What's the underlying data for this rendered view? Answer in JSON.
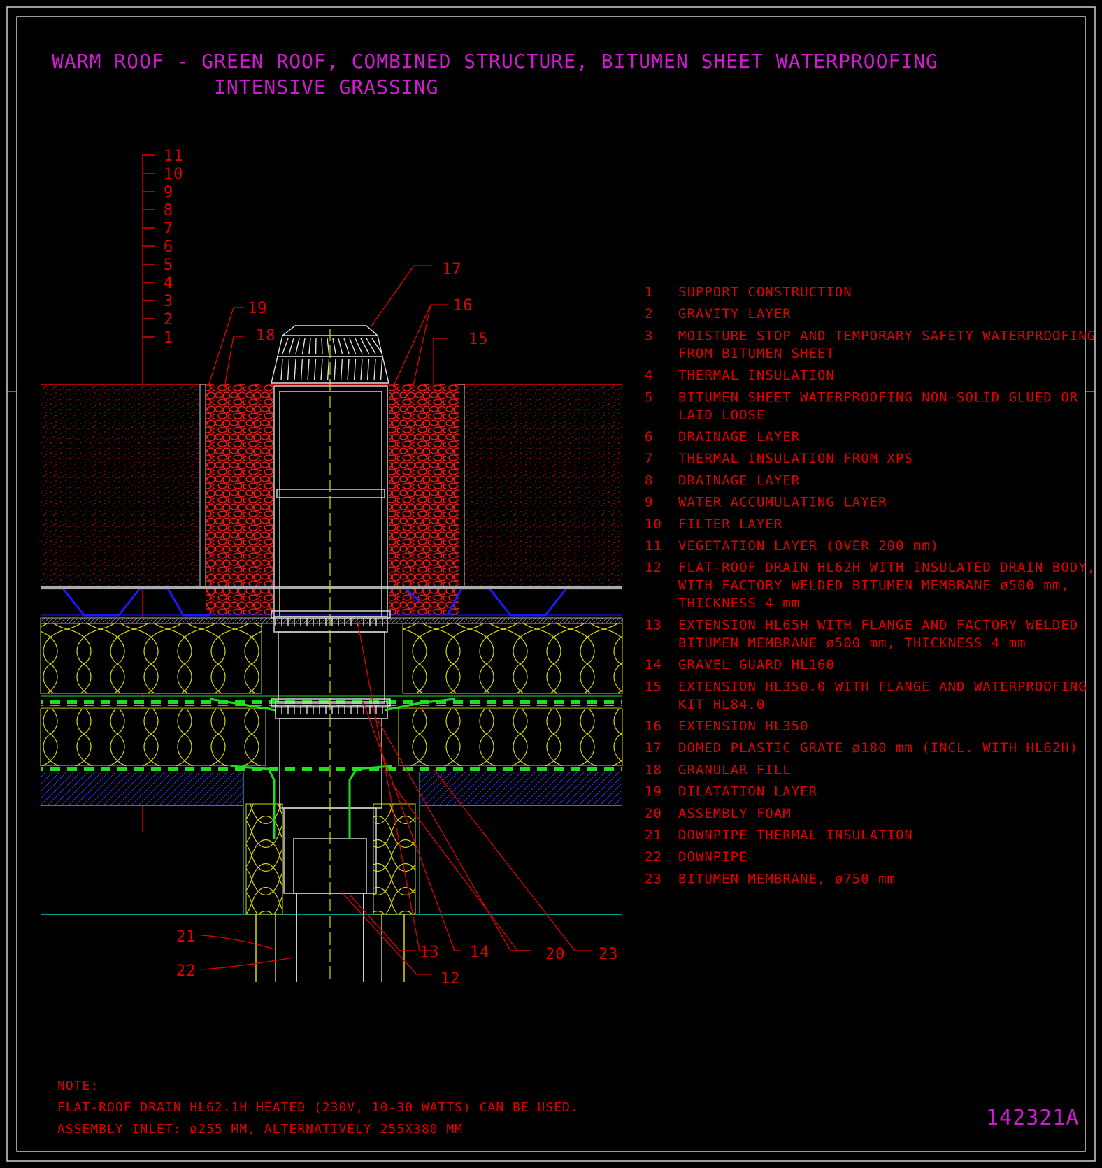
{
  "title": {
    "line1": "WARM ROOF - GREEN ROOF, COMBINED STRUCTURE, BITUMEN SHEET WATERPROOFING",
    "line2": "INTENSIVE GRASSING"
  },
  "layer_scale_numbers": [
    "11",
    "10",
    "9",
    "8",
    "7",
    "6",
    "5",
    "4",
    "3",
    "2",
    "1"
  ],
  "callouts": {
    "c17": "17",
    "c16": "16",
    "c15": "15",
    "c19": "19",
    "c18": "18",
    "c21": "21",
    "c22": "22",
    "c13": "13",
    "c14": "14",
    "c20": "20",
    "c23": "23",
    "c12": "12"
  },
  "legend": [
    {
      "num": "1",
      "lines": [
        "SUPPORT CONSTRUCTION"
      ]
    },
    {
      "num": "2",
      "lines": [
        "GRAVITY LAYER"
      ]
    },
    {
      "num": "3",
      "lines": [
        "MOISTURE STOP AND TEMPORARY SAFETY WATERPROOFING",
        "FROM BITUMEN SHEET"
      ]
    },
    {
      "num": "4",
      "lines": [
        "THERMAL INSULATION"
      ]
    },
    {
      "num": "5",
      "lines": [
        "BITUMEN SHEET WATERPROOFING NON-SOLID GLUED OR",
        "LAID LOOSE"
      ]
    },
    {
      "num": "6",
      "lines": [
        "DRAINAGE LAYER"
      ]
    },
    {
      "num": "7",
      "lines": [
        "THERMAL INSULATION FROM XPS"
      ]
    },
    {
      "num": "8",
      "lines": [
        "DRAINAGE LAYER"
      ]
    },
    {
      "num": "9",
      "lines": [
        "WATER ACCUMULATING LAYER"
      ]
    },
    {
      "num": "10",
      "lines": [
        "FILTER LAYER"
      ]
    },
    {
      "num": "11",
      "lines": [
        "VEGETATION LAYER (OVER 200 mm)"
      ]
    },
    {
      "num": "12",
      "lines": [
        "FLAT-ROOF DRAIN HL62H WITH INSULATED DRAIN BODY,",
        "WITH FACTORY WELDED BITUMEN MEMBRANE ø500 mm,",
        "THICKNESS 4 mm"
      ]
    },
    {
      "num": "13",
      "lines": [
        "EXTENSION HL65H WITH FLANGE AND FACTORY WELDED",
        "BITUMEN MEMBRANE ø500 mm, THICKNESS 4 mm"
      ]
    },
    {
      "num": "14",
      "lines": [
        "GRAVEL GUARD HL160"
      ]
    },
    {
      "num": "15",
      "lines": [
        "EXTENSION HL350.0 WITH FLANGE AND WATERPROOFING",
        "KIT HL84.0"
      ]
    },
    {
      "num": "16",
      "lines": [
        "EXTENSION HL350"
      ]
    },
    {
      "num": "17",
      "lines": [
        "DOMED PLASTIC GRATE ø180 mm (INCL. WITH HL62H)"
      ]
    },
    {
      "num": "18",
      "lines": [
        "GRANULAR FILL"
      ]
    },
    {
      "num": "19",
      "lines": [
        "DILATATION LAYER"
      ]
    },
    {
      "num": "20",
      "lines": [
        "ASSEMBLY FOAM"
      ]
    },
    {
      "num": "21",
      "lines": [
        "DOWNPIPE THERMAL INSULATION"
      ]
    },
    {
      "num": "22",
      "lines": [
        "DOWNPIPE"
      ]
    },
    {
      "num": "23",
      "lines": [
        "BITUMEN MEMBRANE, ø750 mm"
      ]
    }
  ],
  "note": {
    "heading": "NOTE:",
    "line1": "FLAT-ROOF DRAIN HL62.1H HEATED (230V, 10-30 WATTS) CAN BE USED.",
    "line2": "ASSEMBLY INLET: ø255 MM, ALTERNATIVELY 255X380 MM"
  },
  "drawing_code": "142321A",
  "colors": {
    "background": "#000000",
    "title": "#d21ad2",
    "text": "#e00000",
    "insulation": "#d8d800",
    "drainage": "#22dd22",
    "waterproofing": "#1a1aff",
    "slab_line": "#00c8c8",
    "frame": "#ffffff"
  }
}
